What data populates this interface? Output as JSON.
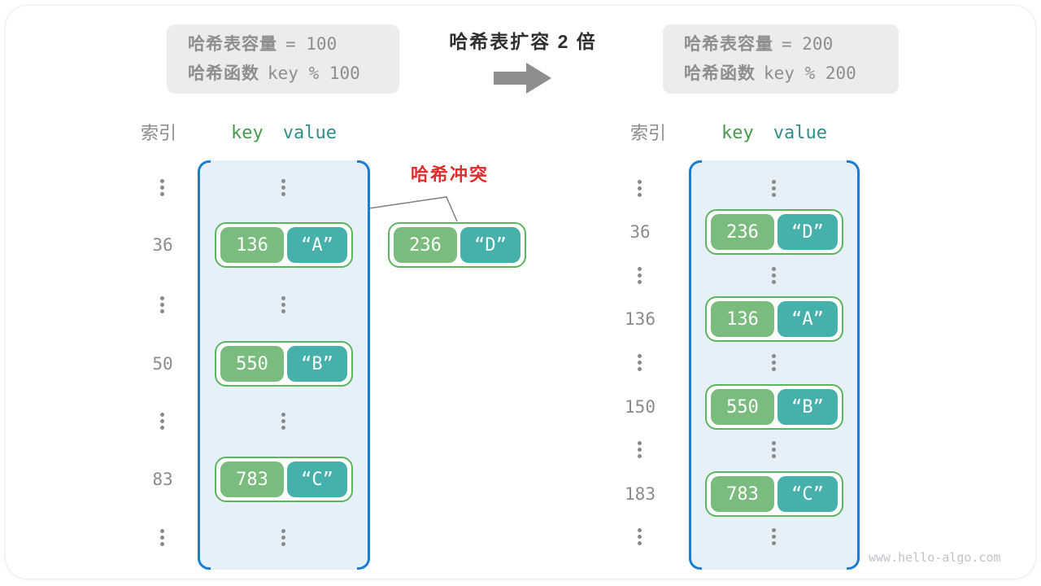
{
  "title": "哈希表扩容 2 倍",
  "watermark": "www.hello-algo.com",
  "boxes": {
    "before": {
      "capacity_label": "哈希表容量",
      "capacity_value": "= 100",
      "function_label": "哈希函数",
      "function_value": "key % 100"
    },
    "after": {
      "capacity_label": "哈希表容量",
      "capacity_value": "= 200",
      "function_label": "哈希函数",
      "function_value": "key % 200"
    }
  },
  "collision": {
    "label": "哈希冲突",
    "pair": {
      "key": "236",
      "value": "“D”"
    }
  },
  "left_table": {
    "index_header": "索引",
    "key_header": "key",
    "value_header": "value",
    "rows": [
      {
        "index": "36",
        "key": "136",
        "value": "“A”"
      },
      {
        "index": "50",
        "key": "550",
        "value": "“B”"
      },
      {
        "index": "83",
        "key": "783",
        "value": "“C”"
      }
    ]
  },
  "right_table": {
    "index_header": "索引",
    "key_header": "key",
    "value_header": "value",
    "rows": [
      {
        "index": "36",
        "key": "236",
        "value": "“D”"
      },
      {
        "index": "136",
        "key": "136",
        "value": "“A”"
      },
      {
        "index": "150",
        "key": "550",
        "value": "“B”"
      },
      {
        "index": "183",
        "key": "783",
        "value": "“C”"
      }
    ]
  },
  "colors": {
    "key_green": "#7abc7e",
    "value_teal": "#46b0ab",
    "pair_border_green": "#5cb660",
    "table_border_blue": "#1a7cd4",
    "table_fill_blue": "#e6f0f9",
    "collision_red": "#e12c2c",
    "info_box_gray": "#ececec"
  }
}
